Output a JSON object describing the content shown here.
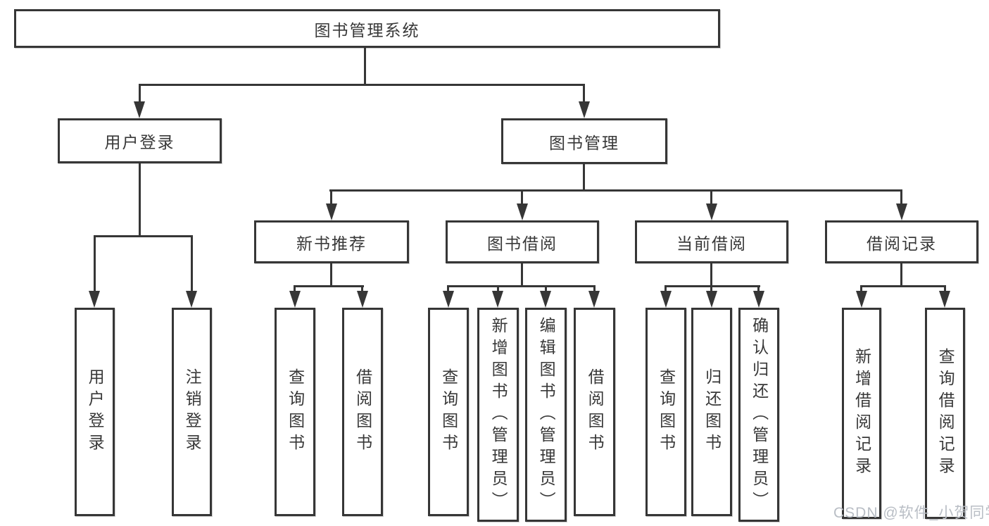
{
  "tree": {
    "root": {
      "label": "图书管理系统"
    },
    "level2": [
      {
        "label": "用户登录"
      },
      {
        "label": "图书管理"
      }
    ],
    "level3": [
      {
        "label": "新书推荐"
      },
      {
        "label": "图书借阅"
      },
      {
        "label": "当前借阅"
      },
      {
        "label": "借阅记录"
      }
    ],
    "leaves": {
      "user_login_group": [
        {
          "label": "用户登录"
        },
        {
          "label": "注销登录"
        }
      ],
      "new_book_group": [
        {
          "label": "查询图书"
        },
        {
          "label": "借阅图书"
        }
      ],
      "book_borrow_group": [
        {
          "label": "查询图书"
        },
        {
          "label": "新增图书（管理员）"
        },
        {
          "label": "编辑图书（管理员）"
        },
        {
          "label": "借阅图书"
        }
      ],
      "current_borrow_group": [
        {
          "label": "查询图书"
        },
        {
          "label": "归还图书"
        },
        {
          "label": "确认归还（管理员）"
        }
      ],
      "borrow_record_group": [
        {
          "label": "新增借阅记录"
        },
        {
          "label": "查询借阅记录"
        }
      ]
    }
  },
  "colors": {
    "line": "#363636",
    "text": "#383838",
    "watermark": "#b9bec5"
  },
  "watermark": {
    "text": "CSDN @软件_小贺同学"
  }
}
